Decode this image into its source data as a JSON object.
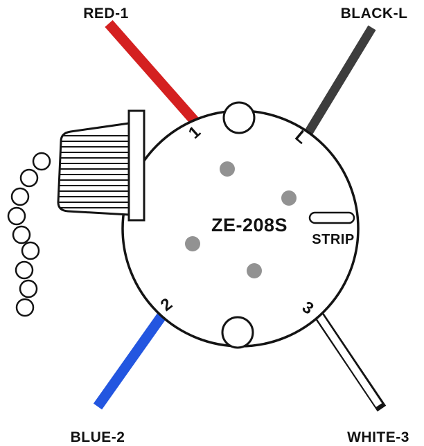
{
  "diagram": {
    "model": "ZE-208S",
    "strip_label": "STRIP",
    "terminals": [
      "1",
      "L",
      "2",
      "3"
    ],
    "wires": {
      "red": {
        "label": "RED-1",
        "color": "#d42020"
      },
      "black": {
        "label": "BLACK-L",
        "color": "#3d3d3d"
      },
      "blue": {
        "label": "BLUE-2",
        "color": "#2356e0"
      },
      "white": {
        "label": "WHITE-3",
        "color": "#ffffff"
      }
    },
    "colors": {
      "outline": "#141414",
      "dot": "#929292"
    }
  }
}
